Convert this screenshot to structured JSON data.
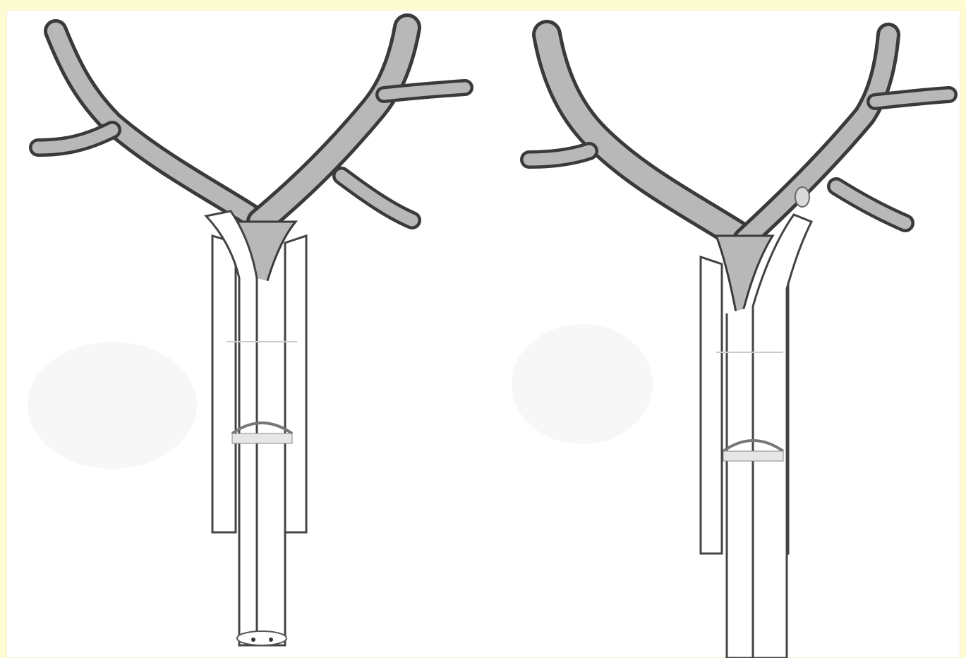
{
  "figure": {
    "panels": [
      {
        "id": "left",
        "variant": "tube-occludes-left-branch"
      },
      {
        "id": "right",
        "variant": "tube-occludes-right-branch"
      }
    ]
  },
  "colors": {
    "background_border": "#fdfbd2",
    "canvas": "#ffffff",
    "airway_fill": "#b7b7b7",
    "airway_outline": "#3a3a3a",
    "tube_fill": "#ffffff",
    "tube_outline": "#444444"
  }
}
